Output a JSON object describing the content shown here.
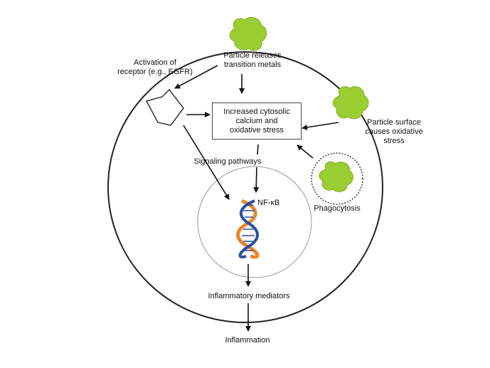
{
  "colors": {
    "particle": "#9ACD32",
    "particle_stroke": "#7fae1d",
    "line": "#111111",
    "membrane": "#222222",
    "nucleus": "#999999",
    "dna_orange": "#e8872a",
    "dna_blue": "#2a4ea3"
  },
  "icons": [
    "particle-icon",
    "receptor-icon",
    "dna-icon"
  ],
  "labels": {
    "particle_release": "Particle releases\ntransition metals",
    "receptor_activation": "Activation of\nreceptor (e.g., EGFR)",
    "surface_stress": "Particle surface\ncauses oxidative\nstress",
    "central_box": "Increased cytosolic\ncalcium and\noxidative stress",
    "signaling": "Signaling pathways",
    "nfkb": "NF-κB",
    "phagocytosis": "Phagocytosis",
    "mediators": "Inflammatory mediators",
    "inflammation": "Inflammation"
  }
}
